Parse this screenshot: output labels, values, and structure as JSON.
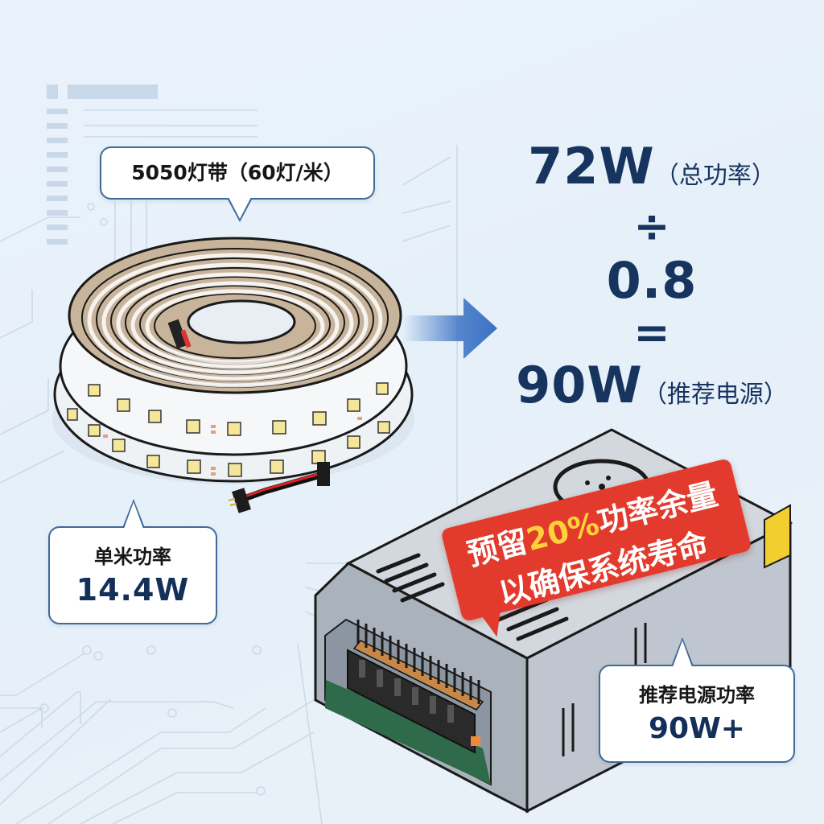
{
  "strip_callout": {
    "text": "5050灯带（60灯/米）"
  },
  "per_meter_callout": {
    "label": "单米功率",
    "value": "14.4W"
  },
  "formula": {
    "total_power": "72W",
    "total_power_note": "（总功率）",
    "divide_symbol": "÷",
    "factor": "0.8",
    "equals_symbol": "=",
    "result": "90W",
    "result_note": "（推荐电源）"
  },
  "banner": {
    "line1_prefix": "预留",
    "line1_highlight": "20%",
    "line1_suffix": "功率余量",
    "line2": "以确保系统寿命"
  },
  "psu_callout": {
    "label": "推荐电源功率",
    "value": "90W+"
  },
  "colors": {
    "background": "#e8f1f9",
    "navy_text": "#17345f",
    "callout_border": "#3f6a9a",
    "banner_red": "#e23b2e",
    "banner_highlight": "#ffd23a",
    "arrow_blue": "#3b72c4",
    "circuit_lines": "#c6d6e6"
  },
  "icons": {
    "arrow": "arrow-right-icon",
    "led_strip": "led-strip-reel-illustration",
    "power_supply": "power-supply-illustration",
    "fan": "fan-grille-icon"
  }
}
